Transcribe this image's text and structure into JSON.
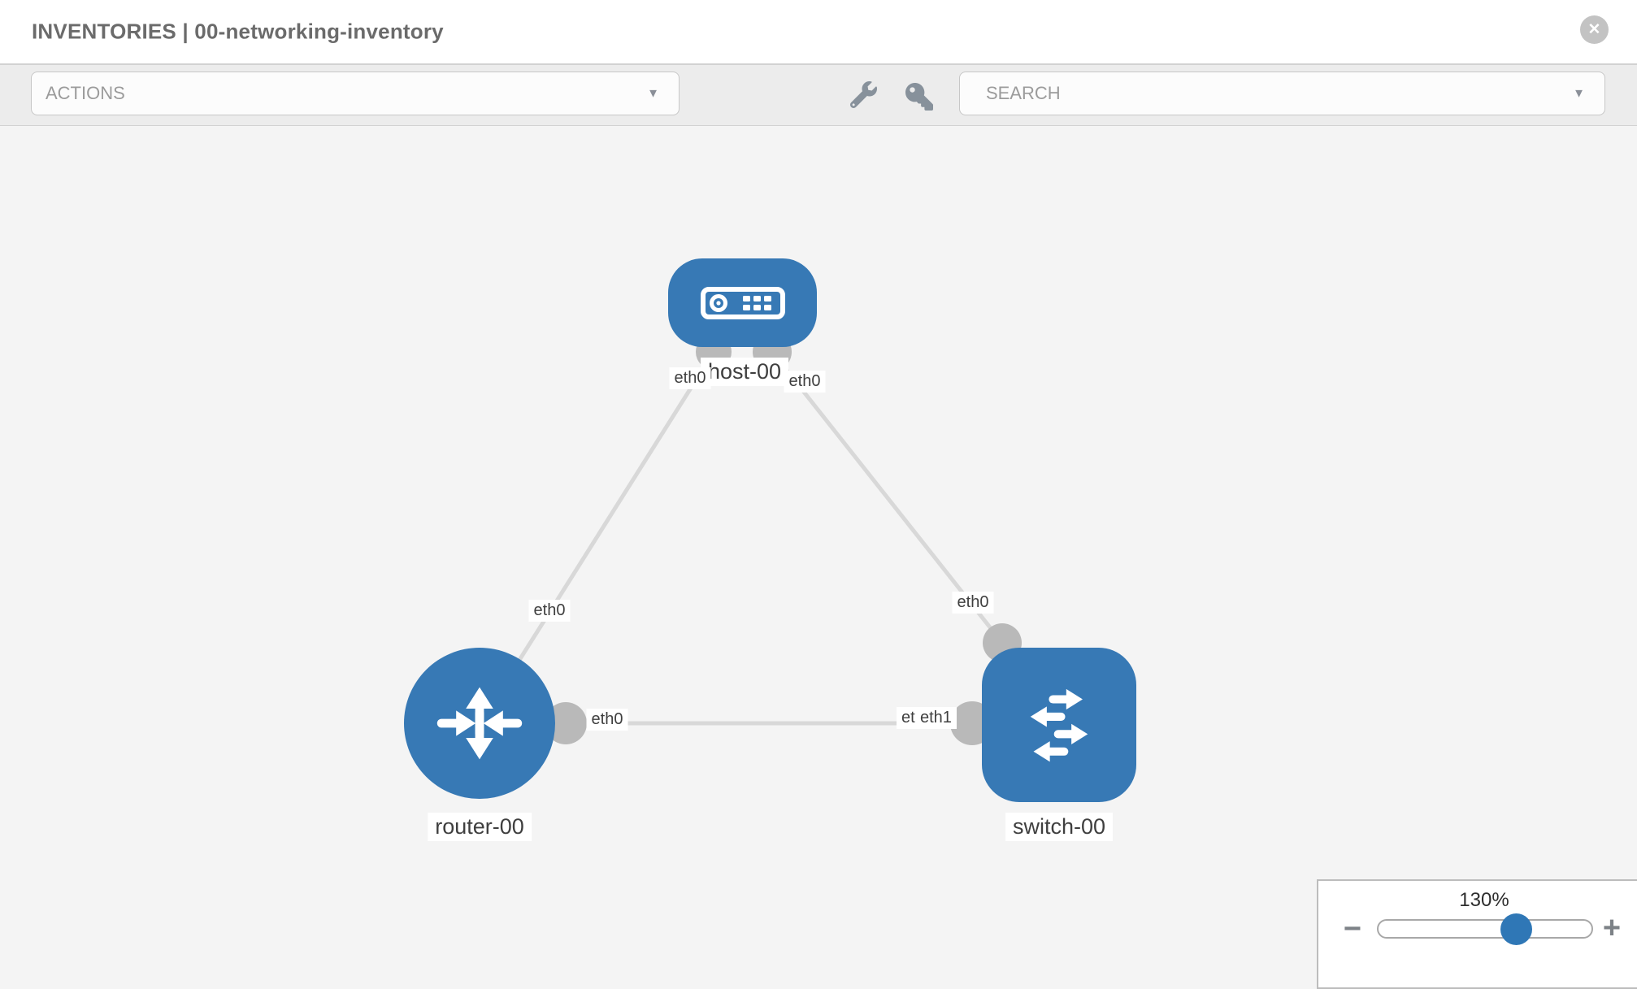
{
  "header": {
    "title": "INVENTORIES | 00-networking-inventory",
    "close_icon": "✕"
  },
  "toolbar": {
    "actions_label": "ACTIONS",
    "search_label": "SEARCH",
    "chevron_icon": "▼",
    "wrench_icon": "wrench-icon",
    "key_icon": "key-icon"
  },
  "topology": {
    "nodes": [
      {
        "id": "host-00",
        "label": "host-00",
        "type": "host"
      },
      {
        "id": "router-00",
        "label": "router-00",
        "type": "router"
      },
      {
        "id": "switch-00",
        "label": "switch-00",
        "type": "switch"
      }
    ],
    "links": [
      {
        "from": "host-00",
        "from_interface": "eth0",
        "to": "router-00",
        "to_interface": "eth0"
      },
      {
        "from": "host-00",
        "from_interface": "eth0",
        "to": "switch-00",
        "to_interface": "eth0"
      },
      {
        "from": "router-00",
        "from_interface": "eth0",
        "to": "switch-00",
        "to_interface": "eth1",
        "to_interface_underlay": "eth0"
      }
    ],
    "labels": {
      "host_left_if": "eth0",
      "host_right_if": "eth0",
      "host_router_if": "eth0",
      "host_switch_if": "eth0",
      "router_if": "eth0",
      "switch_if_back": "eth0",
      "switch_if_front": "eth1"
    }
  },
  "zoom_control": {
    "level": "130%",
    "zoom_out_icon": "−",
    "zoom_in_icon": "+"
  },
  "colors": {
    "node_blue": "#3779b5",
    "link_gray": "#d8d8d8",
    "connector_gray": "#b9b9b9",
    "slider_thumb_blue": "#2f77b6",
    "toolbar_gray": "#ececec"
  }
}
